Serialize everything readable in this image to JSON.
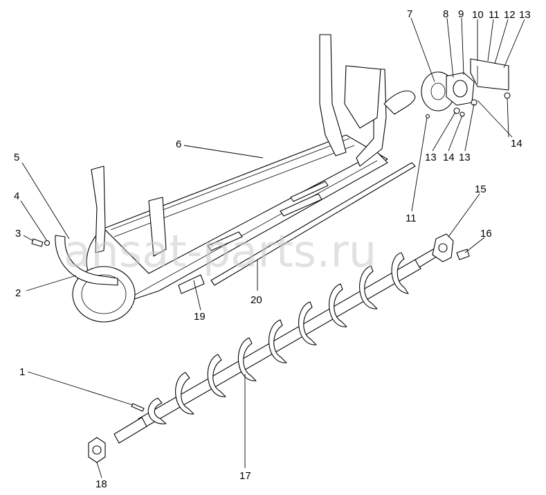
{
  "watermark": "ansat-parts.ru",
  "callouts": [
    "1",
    "2",
    "3",
    "4",
    "5",
    "6",
    "7",
    "8",
    "9",
    "10",
    "11",
    "12",
    "13",
    "14",
    "13",
    "14",
    "13",
    "11",
    "15",
    "16",
    "17",
    "18",
    "19",
    "20"
  ]
}
